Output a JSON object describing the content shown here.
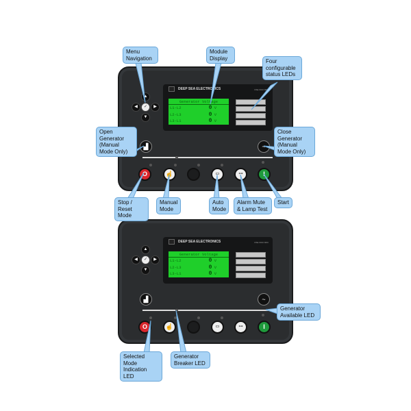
{
  "module": {
    "brand": "DEEP SEA ELECTRONICS",
    "model": "DSE 6010 MKII",
    "logo": "DSE",
    "display": {
      "header": "Generator Voltage",
      "rows": [
        {
          "label": "L1-L2",
          "value": "0",
          "unit": "V"
        },
        {
          "label": "L2-L3",
          "value": "0",
          "unit": "V"
        },
        {
          "label": "L3-L1",
          "value": "0",
          "unit": "V"
        }
      ]
    }
  },
  "callouts_top": {
    "menu_nav": "Menu Navigation",
    "module_display": "Module Display",
    "status_leds": "Four configurable status LEDs",
    "open_gen": "Open Generator (Manual Mode Only)",
    "close_gen": "Close Generator (Manual Mode Only)",
    "stop": "Stop / Reset Mode",
    "manual": "Manual Mode",
    "auto": "Auto Mode",
    "alarm": "Alarm Mute & Lamp Test",
    "start": "Start"
  },
  "callouts_bottom": {
    "gen_available": "Generator Available LED",
    "selected_mode": "Selected Mode Indication LED",
    "gen_breaker": "Generator Breaker LED"
  },
  "colors": {
    "callout": "#a9d3f5",
    "stop": "#d9262c",
    "start": "#1f9a3c",
    "lcd": "#1fcf2a"
  }
}
